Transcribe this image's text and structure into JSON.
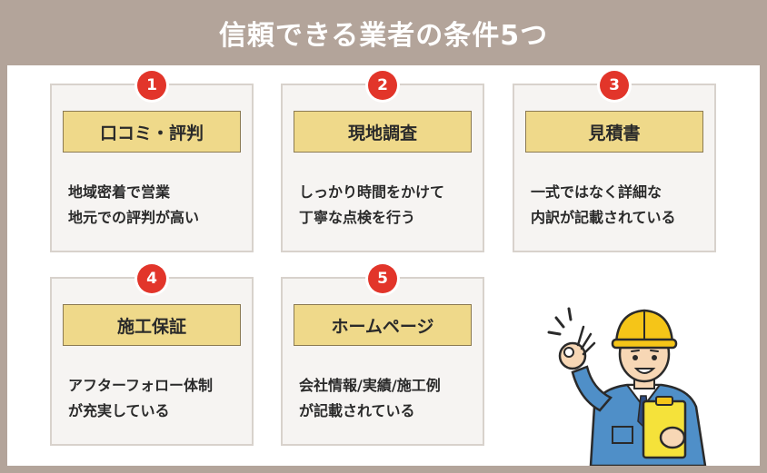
{
  "title": "信頼できる業者の条件5つ",
  "cards": [
    {
      "num": "1",
      "label": "口コミ・評判",
      "line1": "地域密着で営業",
      "line2": "地元での評判が高い"
    },
    {
      "num": "2",
      "label": "現地調査",
      "line1": "しっかり時間をかけて",
      "line2": "丁寧な点検を行う"
    },
    {
      "num": "3",
      "label": "見積書",
      "line1": "一式ではなく詳細な",
      "line2": "内訳が記載されている"
    },
    {
      "num": "4",
      "label": "施工保証",
      "line1": "アフターフォロー体制",
      "line2": "が充実している"
    },
    {
      "num": "5",
      "label": "ホームページ",
      "line1": "会社情報/実績/施工例",
      "line2": "が記載されている"
    }
  ],
  "illustration": {
    "icon": "worker-ok-sign-icon"
  },
  "colors": {
    "background": "#b3a49a",
    "badge": "#e2352a",
    "label_bg": "#efd98a",
    "card_bg": "#f6f4f2"
  }
}
